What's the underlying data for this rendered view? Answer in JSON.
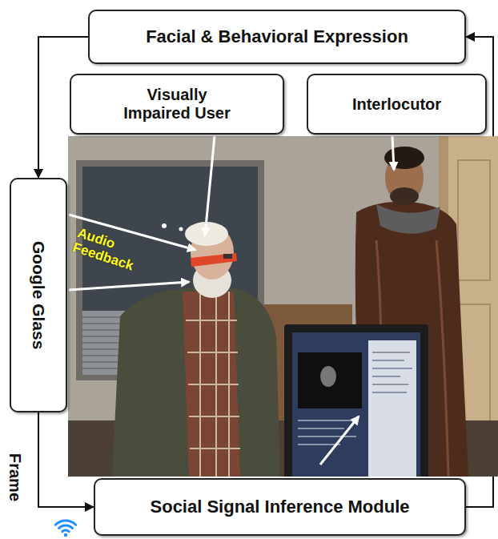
{
  "diagram": {
    "nodes": [
      {
        "text": [
          "Facial & Behavioral Expression"
        ]
      },
      {
        "text": [
          "Visually Impaired User"
        ]
      },
      {
        "text": [
          "Interlocutor"
        ]
      },
      {
        "text": [
          "Google Glass"
        ]
      },
      {
        "text": [
          "Social Signal Inference Module"
        ]
      }
    ],
    "edges": [
      {
        "from": 4,
        "to": 0,
        "arrow": "to"
      },
      {
        "from": 0,
        "to": 3,
        "arrow": "to"
      },
      {
        "from": 3,
        "to": 4,
        "arrow": "to"
      }
    ],
    "labels": [
      "Audio Feedback",
      "Frame"
    ]
  }
}
